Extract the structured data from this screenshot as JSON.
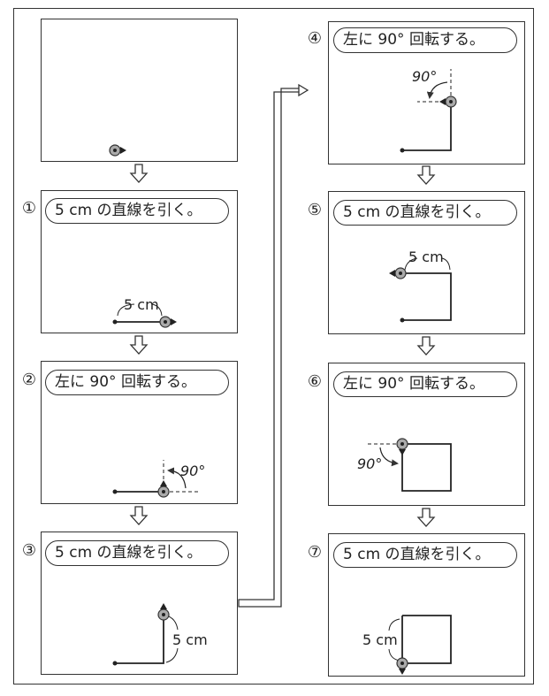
{
  "steps": [
    {
      "number": "①",
      "text": "5 cm の直線を引く。"
    },
    {
      "number": "②",
      "text": "左に 90° 回転する。"
    },
    {
      "number": "③",
      "text": "5 cm の直線を引く。"
    },
    {
      "number": "④",
      "text": "左に 90° 回転する。"
    },
    {
      "number": "⑤",
      "text": "5 cm の直線を引く。"
    },
    {
      "number": "⑥",
      "text": "左に 90° 回転する。"
    },
    {
      "number": "⑦",
      "text": "5 cm の直線を引く。"
    }
  ],
  "labels": {
    "length": "5 cm",
    "angle": "90°"
  }
}
